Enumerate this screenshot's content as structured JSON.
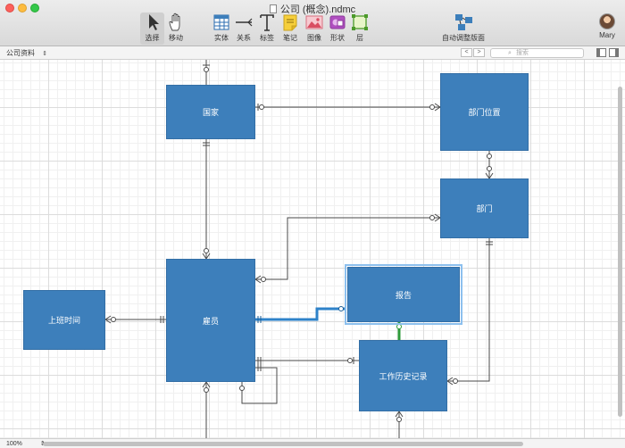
{
  "window": {
    "title": "公司 (概念).ndmc"
  },
  "toolbar": {
    "select": "选择",
    "move": "移动",
    "entity": "实体",
    "relation": "关系",
    "label": "标签",
    "note": "笔记",
    "image": "图像",
    "shape": "形状",
    "layer": "层",
    "auto_layout": "自动调整版面",
    "selected_tool": "select",
    "icons": [
      "pointer-icon",
      "hand-icon",
      "table-icon",
      "relation-icon",
      "text-icon",
      "note-icon",
      "image-icon",
      "shape-icon",
      "layer-icon",
      "auto-layout-icon"
    ]
  },
  "user": {
    "name": "Mary"
  },
  "navbar": {
    "breadcrumb": "公司资料",
    "back": "<",
    "forward": ">",
    "search_placeholder": "搜索"
  },
  "entities": {
    "country": "国家",
    "dept_location": "部门位置",
    "department": "部门",
    "work_time": "上班时间",
    "employee": "雇员",
    "report": "报告",
    "job_history": "工作历史记录"
  },
  "statusbar": {
    "zoom": "100%"
  },
  "colors": {
    "entity_fill": "#3d7fbb",
    "selected_outline": "#8dc0ee",
    "highlight_relation": "#2e82c9",
    "green_connector": "#2e9a3a"
  }
}
